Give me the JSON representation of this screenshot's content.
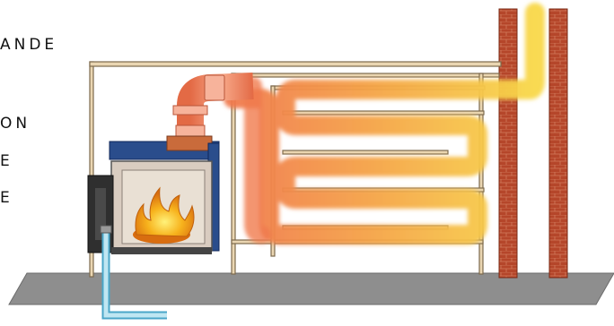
{
  "labels": [
    {
      "text": "ANDE"
    },
    {
      "text": "ON"
    },
    {
      "text": "E"
    },
    {
      "text": "E"
    }
  ],
  "colors": {
    "ground": "#8e8e8e",
    "brick": "#b5462a",
    "frame": "#ead6b2",
    "frame_edge": "#7d6a4d",
    "hot_air": "#f07a4e",
    "warm_air": "#f6c94a",
    "stove_body": "#2a4d8c",
    "water_pipe": "#8fcfe6",
    "fire": "#f39a1a"
  },
  "icons": [
    "fireplace-insert-icon",
    "flame-icon",
    "chimney-icon",
    "water-pipe-icon"
  ]
}
